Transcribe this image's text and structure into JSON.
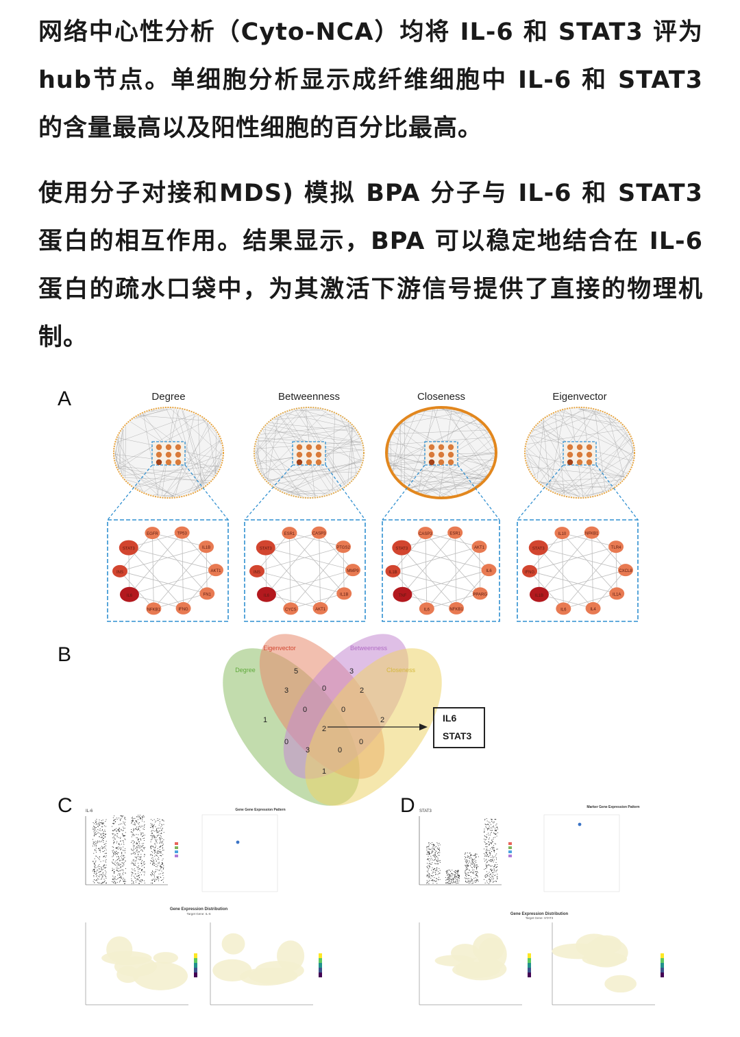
{
  "paragraphs": [
    "网络中心性分析（Cyto-NCA）均将 IL-6 和 STAT3 评为hub节点。单细胞分析显示成纤维细胞中 IL-6 和 STAT3 的含量最高以及阳性细胞的百分比最高。",
    "使用分子对接和MDS) 模拟 BPA 分子与 IL-6 和 STAT3 蛋白的相互作用。结果显示，BPA 可以稳定地结合在 IL-6 蛋白的疏水口袋中，为其激活下游信号提供了直接的物理机制。"
  ],
  "figure": {
    "panel_labels": {
      "a": "A",
      "b": "B",
      "c": "C",
      "d": "D"
    },
    "panelA": {
      "titles": [
        "Degree",
        "Betweenness",
        "Closeness",
        "Eigenvector"
      ],
      "zoom_nodes": [
        [
          "EGFR",
          "TP53",
          "IL1B",
          "AKT1",
          "FN1",
          "IFNG",
          "NFKB1",
          "IL6",
          "INS",
          "STAT3"
        ],
        [
          "ESR1",
          "CASP3",
          "PTGS2",
          "MMP9",
          "IL1B",
          "AKT1",
          "CYCS",
          "IL6",
          "INS",
          "STAT3"
        ],
        [
          "CASP3",
          "ESR1",
          "AKT1",
          "IL6",
          "PPARG",
          "NFKB1",
          "IL6",
          "TNF",
          "IL1B",
          "STAT3"
        ],
        [
          "IL10",
          "NFKB1",
          "TLR4",
          "CXCL8",
          "IL1A",
          "IL4",
          "IL6",
          "IL1B",
          "IFNG",
          "STAT3"
        ]
      ]
    },
    "panelB": {
      "sets": [
        "Degree",
        "Eigenvector",
        "Betweenness",
        "Closeness"
      ],
      "set_colors": [
        "#8fc06a",
        "#e88b6e",
        "#c58ad2",
        "#ecd46a"
      ],
      "region_counts": [
        "5",
        "3",
        "3",
        "0",
        "2",
        "1",
        "0",
        "0",
        "2",
        "0",
        "2",
        "0",
        "3",
        "0",
        "1"
      ],
      "hub_genes": [
        "IL6",
        "STAT3"
      ]
    },
    "panelC": {
      "gene": "IL-6",
      "dot_title": "Gene Gene Expression Pattern",
      "dist_title": "Gene Expression Distribution",
      "dist_sub": "Target Gene: IL-6"
    },
    "panelD": {
      "gene": "STAT3",
      "dot_title": "Marker Gene Expression Pattern",
      "dist_title": "Gene Expression Distribution",
      "dist_sub": "Target Gene: STAT3"
    }
  }
}
